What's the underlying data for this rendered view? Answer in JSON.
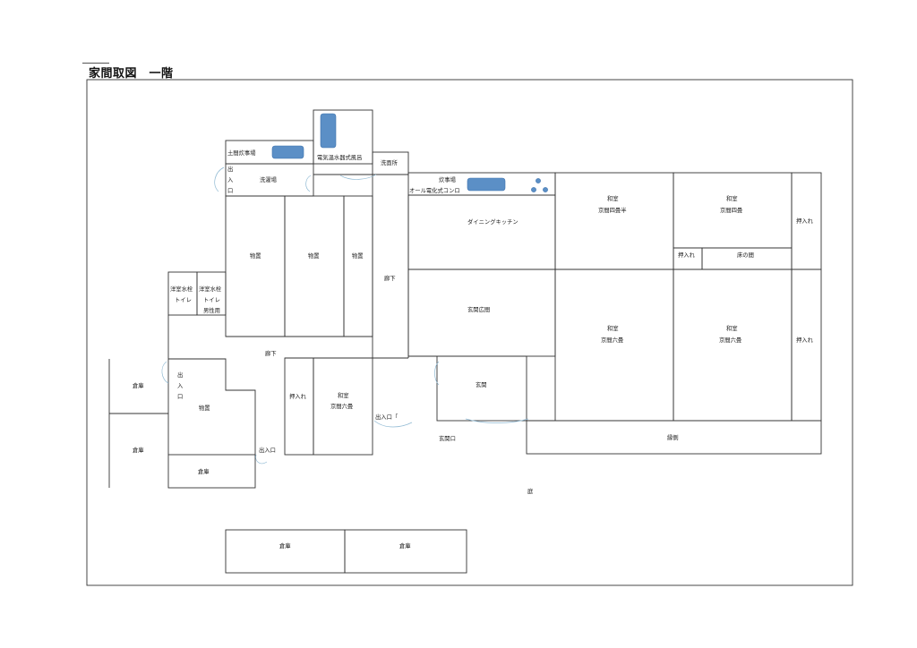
{
  "title": "家間取図　一階",
  "rooms": {
    "doma_suijiba": "土間炊事場",
    "denki_furo": "電気温水器式風呂",
    "senmenjo": "洗面所",
    "deiriguchi_top_1": "出",
    "deiriguchi_top_2": "入",
    "deiriguchi_top_3": "口",
    "sentakuba": "洗濯場",
    "suijiba": "炊事場",
    "all_denka": "オール電化式コンロ",
    "dining": "ダイニングキッチン",
    "washitsu_a_1": "和室",
    "washitsu_a_2": "京間四畳半",
    "washitsu_b_1": "和室",
    "washitsu_b_2": "京間四畳",
    "oshiire_right_top": "押入れ",
    "oshiire_small": "押入れ",
    "toko": "床の間",
    "monooki_1": "物置",
    "monooki_2": "物置",
    "monooki_3": "物置",
    "roka_vertical": "廊下",
    "toilet_1a": "洋室水栓",
    "toilet_1b": "トイレ",
    "toilet_2a": "洋室水栓",
    "toilet_2b": "トイレ",
    "toilet_2c": "男性用",
    "genkan_hiroma": "玄関広間",
    "washitsu_c_1": "和室",
    "washitsu_c_2": "京間六畳",
    "washitsu_d_1": "和室",
    "washitsu_d_2": "京間六畳",
    "oshiire_right_bottom": "押入れ",
    "roka_horizontal": "廊下",
    "soko_left_1": "倉庫",
    "soko_left_2": "倉庫",
    "deiriguchi_mid_1": "出",
    "deiriguchi_mid_2": "入",
    "deiriguchi_mid_3": "口",
    "monooki_4": "物置",
    "oshiire_mid": "押入れ",
    "washitsu_e_1": "和室",
    "washitsu_e_2": "京間六畳",
    "deiriguchi_center": "出入口「",
    "genkan": "玄関",
    "genkanguchi": "玄関口",
    "engawa": "縁側",
    "deiriguchi_bottom": "出入口",
    "soko_bottom": "倉庫",
    "niwa": "庭",
    "soko_detached_1": "倉庫",
    "soko_detached_2": "倉庫"
  },
  "fixture_color": "#5b8fc6"
}
